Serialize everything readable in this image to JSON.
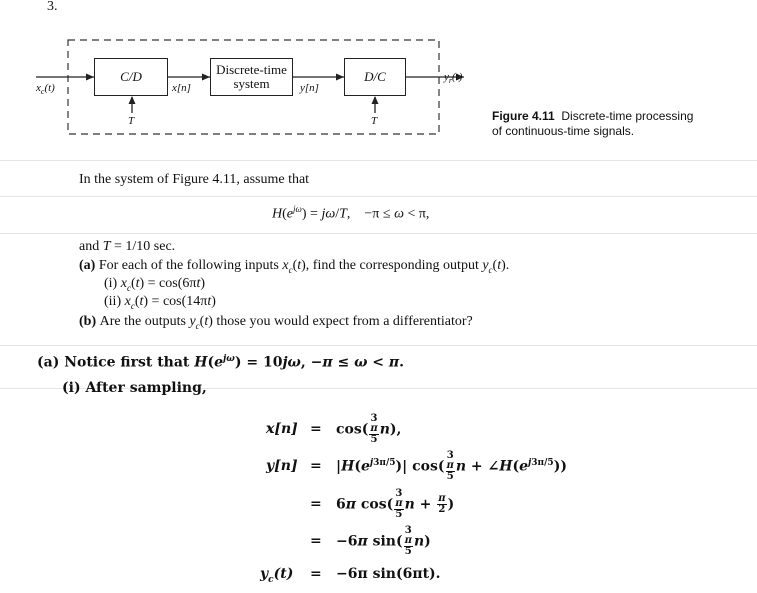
{
  "problem_number": "3.",
  "diagram": {
    "cd_block": "C/D",
    "dt_block_line1": "Discrete-time",
    "dt_block_line2": "system",
    "dc_block": "D/C",
    "input_label": "x_c(t)",
    "xn_label": "x[n]",
    "yn_label": "y[n]",
    "output_label": "y_r(t)",
    "T_left": "T",
    "T_right": "T"
  },
  "caption": {
    "figure_label": "Figure 4.11",
    "caption_line1": "Discrete-time processing",
    "caption_line2": "of continuous-time signals."
  },
  "problem": {
    "intro": "In the system of Figure 4.11, assume that",
    "equation": "H(e^{jω}) = jω/T,    −π ≤ ω < π,",
    "and_T": "and T = 1/10 sec.",
    "part_a_label": "(a)",
    "part_a": "For each of the following inputs x_c(t), find the corresponding output y_c(t).",
    "item_i_label": "(i)",
    "item_i": "x_c(t) = cos(6πt)",
    "item_ii_label": "(ii)",
    "item_ii": "x_c(t) = cos(14πt)",
    "part_b_label": "(b)",
    "part_b": "Are the outputs y_c(t) those you would expect from a differentiator?"
  },
  "solution": {
    "line1": "(a) Notice first that H(e^{jω}) = 10jω, −π ≤ ω < π.",
    "line2": "(i) After sampling,",
    "eq_lhs": [
      "x[n]",
      "y[n]",
      "",
      "",
      "y_c(t)"
    ],
    "eq_sign": "=",
    "eq5_rhs": "−6π sin(6πt)."
  }
}
